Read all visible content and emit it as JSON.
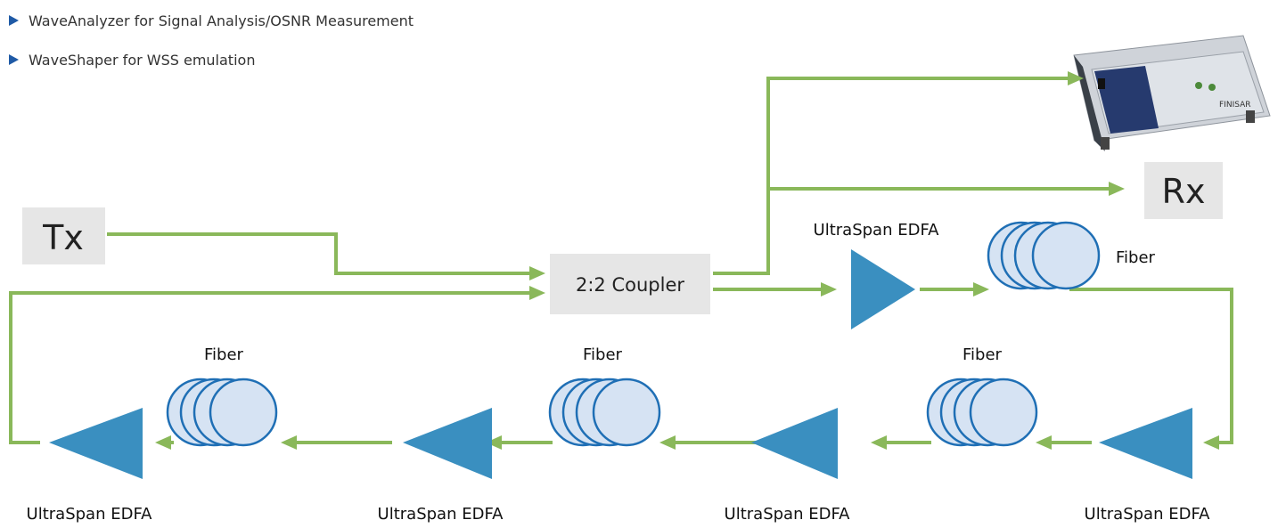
{
  "bullets": [
    "WaveAnalyzer for Signal Analysis/OSNR Measurement",
    "WaveShaper for WSS emulation"
  ],
  "nodes": {
    "tx": "Tx",
    "rx": "Rx",
    "coupler": "2:2 Coupler"
  },
  "device": {
    "brand": "FINISAR"
  },
  "amplifier_labels": {
    "top": "UltraSpan EDFA",
    "bottom_1": "UltraSpan EDFA",
    "bottom_2": "UltraSpan EDFA",
    "bottom_3": "UltraSpan EDFA",
    "bottom_4": "UltraSpan EDFA"
  },
  "fiber_labels": {
    "top": "Fiber",
    "bottom_1": "Fiber",
    "bottom_2": "Fiber",
    "bottom_3": "Fiber"
  },
  "colors": {
    "connector": "#8ab85a",
    "amplifier": "#3a8fc0",
    "fiber_fill": "#d6e3f3",
    "fiber_stroke": "#1f6fb5",
    "box_fill": "#e6e6e6",
    "bullet": "#1f5aa6"
  }
}
